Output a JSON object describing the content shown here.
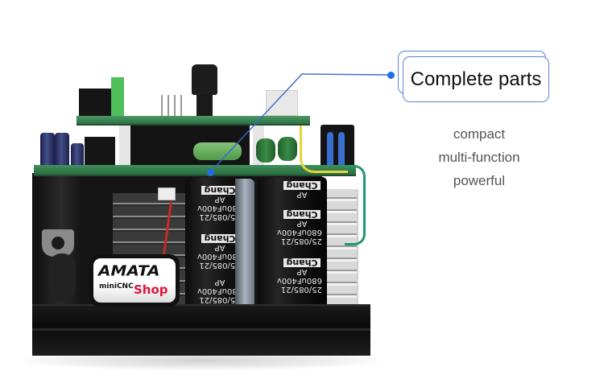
{
  "callout": {
    "title": "Complete parts",
    "accent_color": "#1f6fe0",
    "border_color": "#5a83d6"
  },
  "features": [
    {
      "label": "compact"
    },
    {
      "label": "multi-function"
    },
    {
      "label": "powerful"
    }
  ],
  "logo": {
    "brand": "AMATA",
    "sub": "miniCNC",
    "shop": "Shop",
    "shop_color": "#e0143c"
  },
  "capacitors": {
    "brand": "Chang",
    "series": "AP",
    "rating": "680uF400v",
    "code": "25/085/21"
  }
}
